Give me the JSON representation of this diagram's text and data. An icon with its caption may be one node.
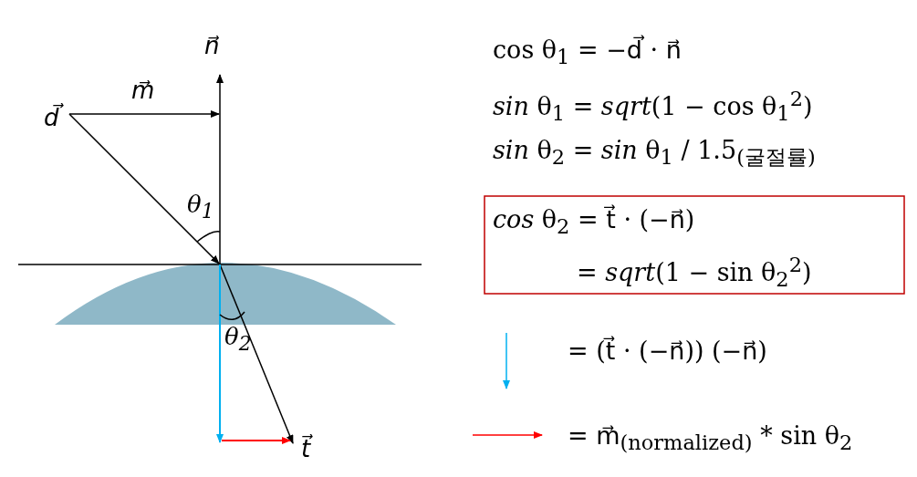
{
  "diagram": {
    "labels": [
      "n⃗",
      "m⃗",
      "d⃗",
      "θ$_{1}$",
      "θ$_{2}$",
      "t⃗",
      "cos θ$_{1}$ = −d⃗ · n⃗",
      "*sin* θ$_{1}$ = *sqrt*(1 − cos θ$_{1}$$^{2}$)",
      "*sin* θ$_{2}$ = *sin* θ$_{1}$ / 1.5$_{(굴절률)}$",
      "*cos* θ$_{2}$ = t⃗ · (−n⃗)",
      "= *sqrt*(1 − sin θ$_{2}$$^{2}$)",
      "= (t⃗ · (−n⃗)) (−n⃗)",
      "= m⃗$_{(normalized)}$ * sin θ$_{2}$"
    ]
  }
}
